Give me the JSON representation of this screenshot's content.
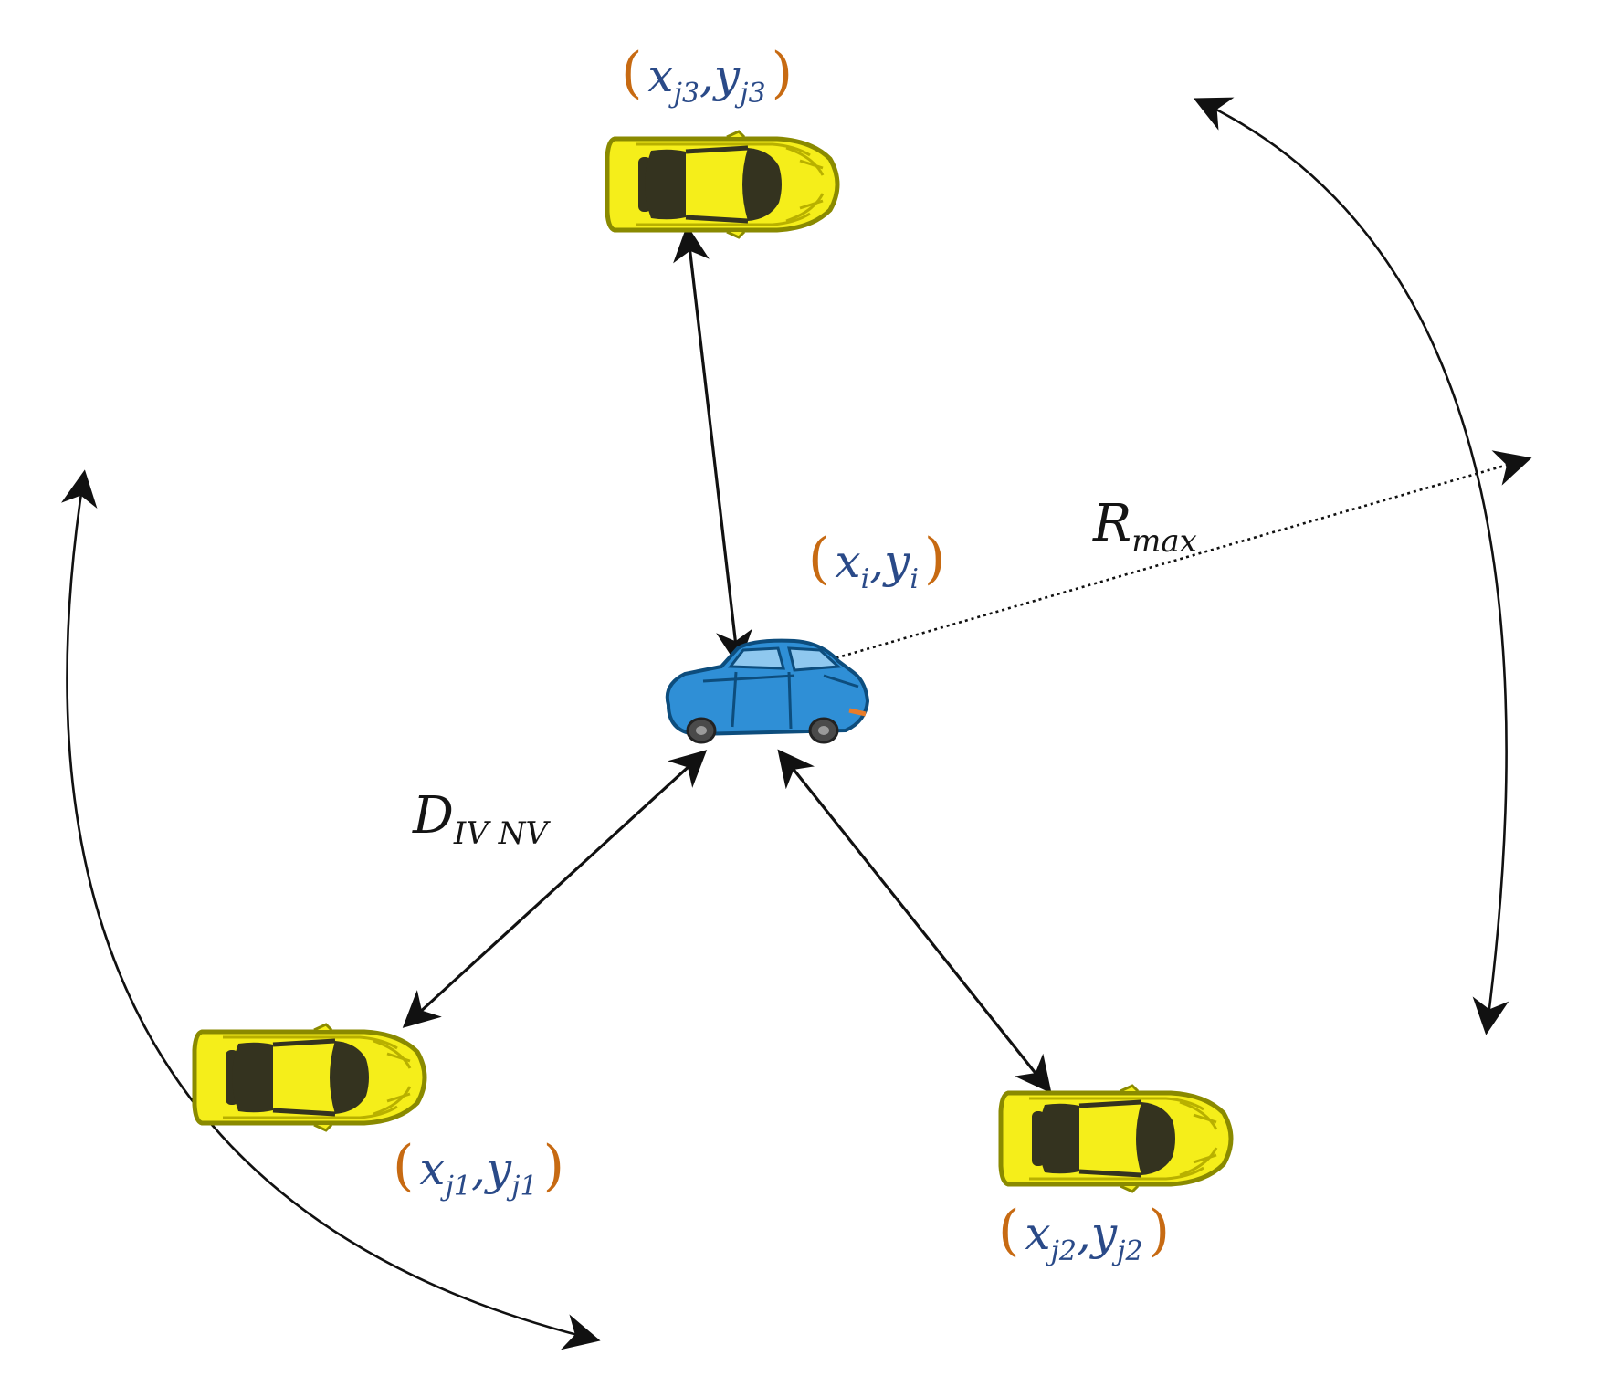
{
  "colors": {
    "neighbor_car_body": "#f5ee1a",
    "neighbor_car_outline": "#8a8a00",
    "neighbor_car_window": "#34331f",
    "ego_car_body": "#2f8fd6",
    "ego_car_outline": "#0d4d7d",
    "coord_text": "#2a4a88",
    "coord_paren": "#c76a12",
    "arrow": "#111111"
  },
  "labels": {
    "ego": {
      "open": "(",
      "x": "x",
      "x_sub": "i",
      "sep": ",",
      "y": "y",
      "y_sub": "i",
      "close": ")"
    },
    "j1": {
      "open": "(",
      "x": "x",
      "x_sub": "j1",
      "sep": ",",
      "y": "y",
      "y_sub": "j1",
      "close": ")"
    },
    "j2": {
      "open": "(",
      "x": "x",
      "x_sub": "j2",
      "sep": ",",
      "y": "y",
      "y_sub": "j2",
      "close": ")"
    },
    "j3": {
      "open": "(",
      "x": "x",
      "x_sub": "j3",
      "sep": ",",
      "y": "y",
      "y_sub": "j3",
      "close": ")"
    },
    "rmax": {
      "main": "R",
      "sub": "max"
    },
    "distance": {
      "main": "D",
      "sub": "IV NV"
    }
  },
  "icons": {
    "neighbor": "yellow-sports-car-icon",
    "ego": "blue-sedan-icon"
  }
}
